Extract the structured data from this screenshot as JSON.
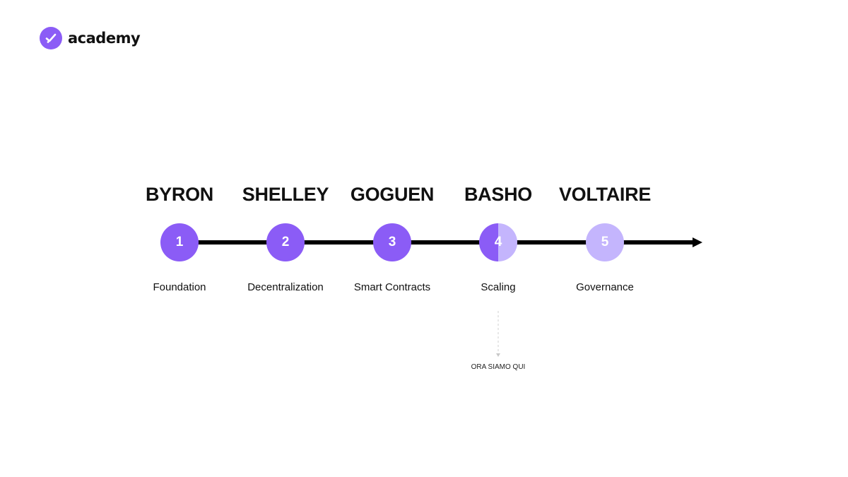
{
  "brand": {
    "name": "academy",
    "color": "#8b5cf6",
    "icon": "check-icon"
  },
  "phases": [
    {
      "era": "BYRON",
      "number": "1",
      "description": "Foundation",
      "state": "done"
    },
    {
      "era": "SHELLEY",
      "number": "2",
      "description": "Decentralization",
      "state": "done"
    },
    {
      "era": "GOGUEN",
      "number": "3",
      "description": "Smart Contracts",
      "state": "done"
    },
    {
      "era": "BASHO",
      "number": "4",
      "description": "Scaling",
      "state": "current"
    },
    {
      "era": "VOLTAIRE",
      "number": "5",
      "description": "Governance",
      "state": "future"
    }
  ],
  "current_marker": {
    "label": "ORA SIAMO QUI"
  },
  "colors": {
    "done": "#8b5cf6",
    "future": "#c4b5fd",
    "line": "#000000"
  }
}
